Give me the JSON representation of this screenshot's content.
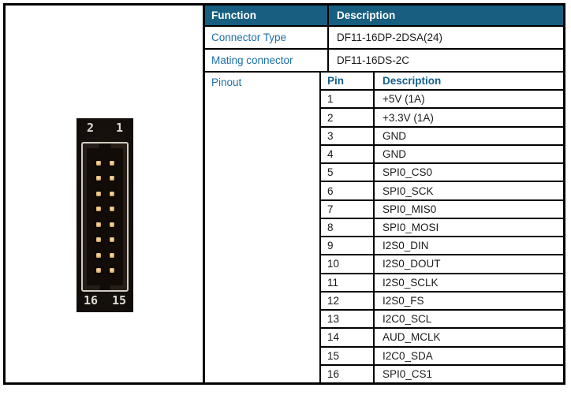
{
  "photo": {
    "top_labels": [
      "2",
      "1"
    ],
    "bottom_labels": [
      "16",
      "15"
    ],
    "pin_rows": 8,
    "pin_cols": 2
  },
  "table": {
    "header": {
      "function_label": "Function",
      "description_label": "Description"
    },
    "rows": [
      {
        "label": "Connector Type",
        "value": "DF11-16DP-2DSA(24)"
      },
      {
        "label": "Mating connector",
        "value": "DF11-16DS-2C"
      }
    ],
    "pinout": {
      "label": "Pinout",
      "pin_col_label": "Pin",
      "desc_col_label": "Description",
      "pins": [
        {
          "pin": "1",
          "desc": "+5V (1A)"
        },
        {
          "pin": "2",
          "desc": "+3.3V (1A)"
        },
        {
          "pin": "3",
          "desc": "GND"
        },
        {
          "pin": "4",
          "desc": "GND"
        },
        {
          "pin": "5",
          "desc": "SPI0_CS0"
        },
        {
          "pin": "6",
          "desc": "SPI0_SCK"
        },
        {
          "pin": "7",
          "desc": "SPI0_MIS0"
        },
        {
          "pin": "8",
          "desc": "SPI0_MOSI"
        },
        {
          "pin": "9",
          "desc": "I2S0_DIN"
        },
        {
          "pin": "10",
          "desc": "I2S0_DOUT"
        },
        {
          "pin": "11",
          "desc": "I2S0_SCLK"
        },
        {
          "pin": "12",
          "desc": "I2S0_FS"
        },
        {
          "pin": "13",
          "desc": "I2C0_SCL"
        },
        {
          "pin": "14",
          "desc": "AUD_MCLK"
        },
        {
          "pin": "15",
          "desc": "I2C0_SDA"
        },
        {
          "pin": "16",
          "desc": "SPI0_CS1"
        }
      ]
    }
  },
  "colors": {
    "header_bg": "#175E80",
    "header_text": "#FFFFFF",
    "label_blue": "#1C6FA8",
    "subheader_blue": "#14608C",
    "value_text": "#1A1A1A",
    "grid_border": "#000000",
    "pin_gold": "#E0B575",
    "silkscreen": "#CFCCC2"
  }
}
